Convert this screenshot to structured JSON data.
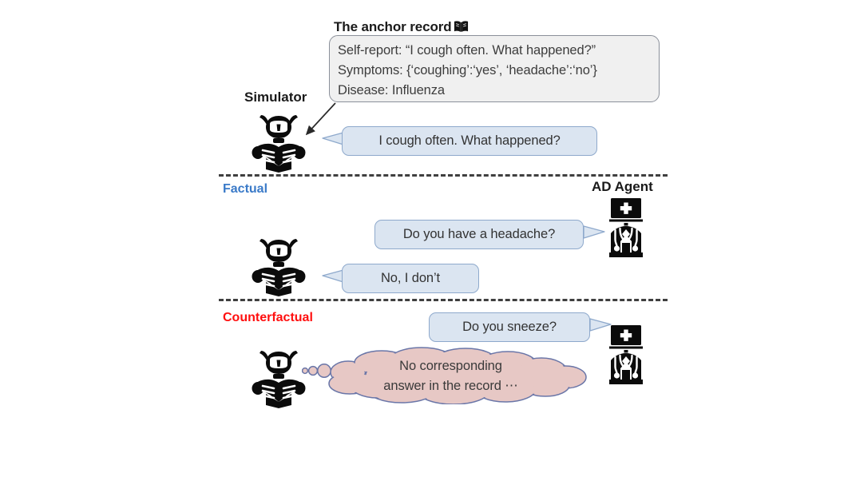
{
  "figure": {
    "background_color": "#ffffff",
    "anchor": {
      "title": "The anchor record",
      "title_icon": "open-book-icon",
      "book_glyph": "📖",
      "box_fill": "#f0f0f0",
      "box_border": "#8b909a",
      "lines": [
        "Self-report: “I cough often. What happened?”",
        "Symptoms: {‘coughing’:‘yes’, ‘headache’:‘no’}",
        "Disease: Influenza"
      ]
    },
    "actors": {
      "simulator_label": "Simulator",
      "agent_label": "AD Agent",
      "simulator_icon": "robot-reading-book-icon",
      "agent_icon": "doctor-icon"
    },
    "intro": {
      "utterance": "I cough often. What happened?"
    },
    "sections": [
      {
        "label": "Factual",
        "label_color": "#3a7ac8",
        "messages": [
          {
            "speaker": "agent",
            "text": "Do you have a headache?",
            "kind": "speech"
          },
          {
            "speaker": "simulator",
            "text": "No, I don’t",
            "kind": "speech"
          }
        ]
      },
      {
        "label": "Counterfactual",
        "label_color": "#ff0f0f",
        "messages": [
          {
            "speaker": "agent",
            "text": "Do you sneeze?",
            "kind": "speech"
          },
          {
            "speaker": "simulator",
            "text_line_1": "No corresponding",
            "text_line_2": "answer in the record ⋯",
            "kind": "thought"
          }
        ]
      }
    ],
    "colors": {
      "speech_fill": "#dbe5f1",
      "speech_border": "#8ea9cc",
      "cloud_fill": "#e7c8c5",
      "cloud_border": "#6a76a8",
      "divider": "#3f3f3f",
      "text": "#333333"
    }
  }
}
